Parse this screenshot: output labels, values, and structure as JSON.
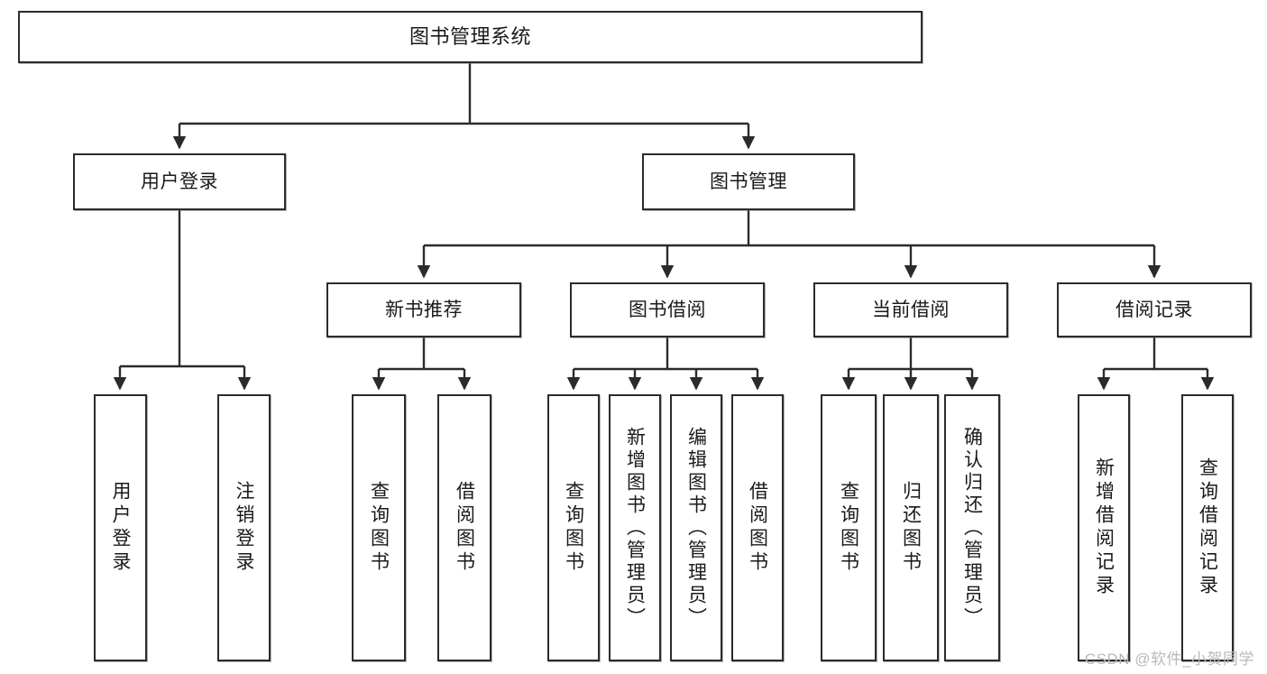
{
  "diagram": {
    "type": "tree-hierarchy",
    "title": "图书管理系统",
    "watermark": "CSDN @软件_小贺同学",
    "colors": {
      "box_border": "#2b2b2b",
      "box_fill": "#ffffff",
      "connector": "#2b2b2b",
      "text": "#1a1a1a",
      "watermark": "#b9b9b9"
    },
    "nodes": {
      "root": {
        "label": "图书管理系统"
      },
      "level2": [
        {
          "label": "用户登录"
        },
        {
          "label": "图书管理"
        }
      ],
      "level3": [
        {
          "label": "新书推荐"
        },
        {
          "label": "图书借阅"
        },
        {
          "label": "当前借阅"
        },
        {
          "label": "借阅记录"
        }
      ],
      "leaves": {
        "user_login": [
          {
            "label": "用户登录"
          },
          {
            "label": "注销登录"
          }
        ],
        "new_book_recommend": [
          {
            "label": "查询图书"
          },
          {
            "label": "借阅图书"
          }
        ],
        "book_borrow": [
          {
            "label": "查询图书"
          },
          {
            "label": "新增图书（管理员）"
          },
          {
            "label": "编辑图书（管理员）"
          },
          {
            "label": "借阅图书"
          }
        ],
        "current_borrow": [
          {
            "label": "查询图书"
          },
          {
            "label": "归还图书"
          },
          {
            "label": "确认归还（管理员）"
          }
        ],
        "borrow_records": [
          {
            "label": "新增借阅记录"
          },
          {
            "label": "查询借阅记录"
          }
        ]
      }
    }
  }
}
